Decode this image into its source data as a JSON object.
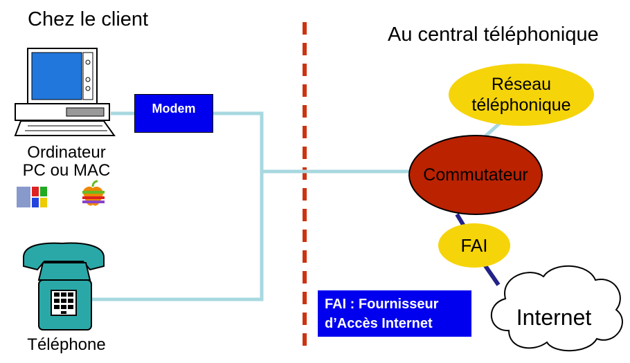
{
  "headings": {
    "left": "Chez le client",
    "right": "Au central téléphonique"
  },
  "devices": {
    "computer_label_line1": "Ordinateur",
    "computer_label_line2": "PC ou MAC",
    "phone_label": "Téléphone",
    "modem_label": "Modem"
  },
  "nodes": {
    "reseau_line1": "Réseau",
    "reseau_line2": "téléphonique",
    "commutateur": "Commutateur",
    "fai": "FAI",
    "internet": "Internet"
  },
  "legend": {
    "line1": "FAI : Fournisseur",
    "line2": "d’Accès Internet"
  },
  "colors": {
    "phone_line": "#a8d8e0",
    "divider": "#cc3311",
    "modem_fill": "#0000ee",
    "commutateur_fill": "#bb2200",
    "node_yellow": "#f5d40a",
    "isp_link": "#222288",
    "phone_body": "#2aa8a8"
  },
  "icons": [
    "computer-icon",
    "windows-logo-icon",
    "apple-logo-icon",
    "telephone-icon",
    "cloud-icon"
  ]
}
